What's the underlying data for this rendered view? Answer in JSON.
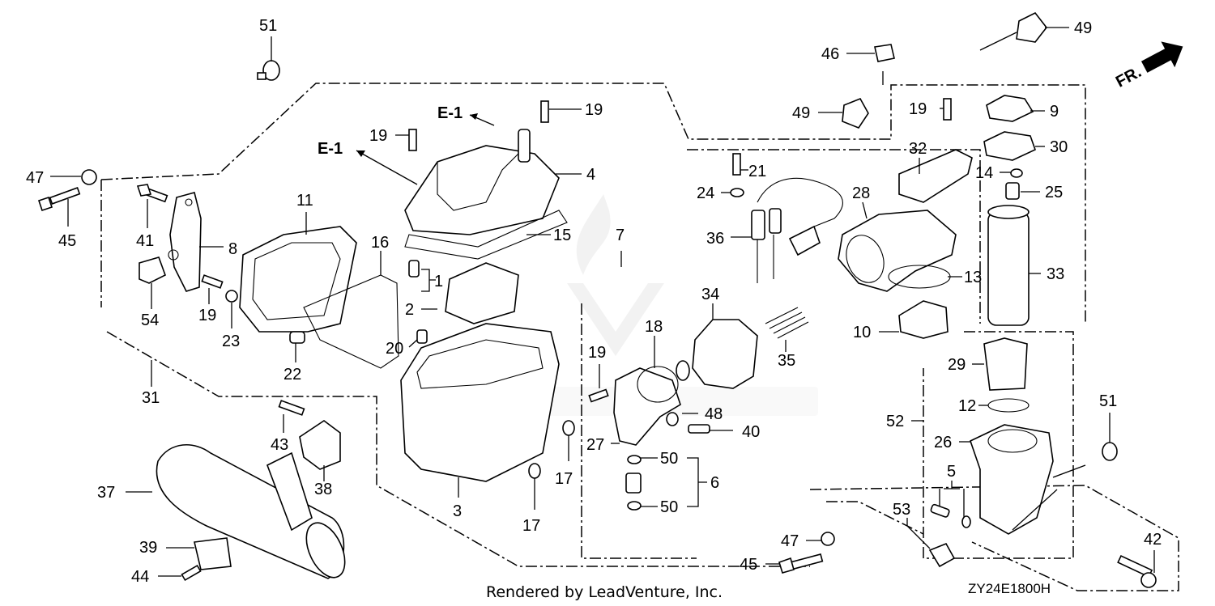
{
  "diagram": {
    "footer_text": "Rendered by LeadVenture, Inc.",
    "diagram_code": "ZY24E1800H",
    "direction_label": "FR.",
    "callouts": [
      "E-1",
      "E-1"
    ],
    "labels": [
      "51",
      "47",
      "45",
      "41",
      "8",
      "11",
      "16",
      "54",
      "19",
      "23",
      "22",
      "31",
      "19",
      "19",
      "4",
      "15",
      "1",
      "2",
      "20",
      "3",
      "17",
      "17",
      "43",
      "38",
      "37",
      "39",
      "44",
      "7",
      "21",
      "24",
      "36",
      "34",
      "35",
      "19",
      "18",
      "27",
      "48",
      "40",
      "50",
      "6",
      "50",
      "46",
      "49",
      "49",
      "19",
      "9",
      "32",
      "30",
      "14",
      "28",
      "25",
      "33",
      "13",
      "10",
      "29",
      "12",
      "52",
      "26",
      "5",
      "51",
      "53",
      "47",
      "45",
      "42"
    ]
  }
}
